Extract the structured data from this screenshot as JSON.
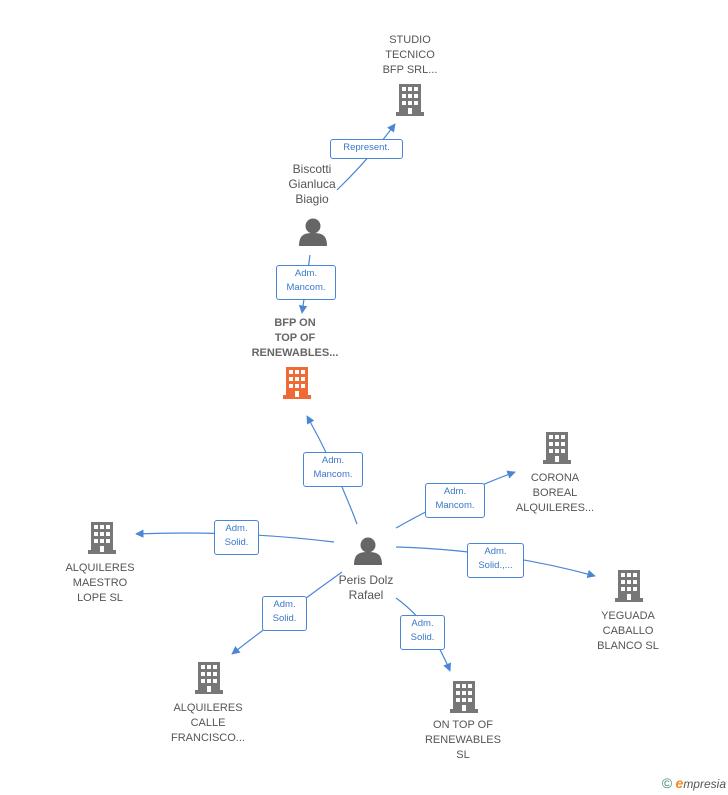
{
  "colors": {
    "edge": "#4a86d6",
    "building": "#777777",
    "focus_building": "#f06a35",
    "person": "#666666"
  },
  "nodes": {
    "studio": {
      "label": "STUDIO\nTECNICO\nBFP SRL...",
      "icon": "building-icon"
    },
    "biscotti": {
      "label": "Biscotti\nGianluca\nBiagio",
      "icon": "person-icon"
    },
    "bfp": {
      "label": "BFP ON\nTOP OF\nRENEWABLES...",
      "icon": "building-icon"
    },
    "corona": {
      "label": "CORONA\nBOREAL\nALQUILERES...",
      "icon": "building-icon"
    },
    "maestro": {
      "label": "ALQUILERES\nMAESTRO\nLOPE  SL",
      "icon": "building-icon"
    },
    "peris": {
      "label": "Peris Dolz\nRafael",
      "icon": "person-icon"
    },
    "yeguada": {
      "label": "YEGUADA\nCABALLO\nBLANCO  SL",
      "icon": "building-icon"
    },
    "calle": {
      "label": "ALQUILERES\nCALLE\nFRANCISCO...",
      "icon": "building-icon"
    },
    "ontop": {
      "label": "ON TOP OF\nRENEWABLES\nSL",
      "icon": "building-icon"
    }
  },
  "edges": {
    "represent": "Represent.",
    "biscotti_bfp": "Adm.\nMancom.",
    "peris_bfp": "Adm.\nMancom.",
    "peris_corona": "Adm.\nMancom.",
    "peris_maestro": "Adm.\nSolid.",
    "peris_yeguada": "Adm.\nSolid.,...",
    "peris_calle": "Adm.\nSolid.",
    "peris_ontop": "Adm.\nSolid."
  },
  "footer": {
    "copyright": "©",
    "brand_initial": "e",
    "brand_rest": "mpresia"
  }
}
